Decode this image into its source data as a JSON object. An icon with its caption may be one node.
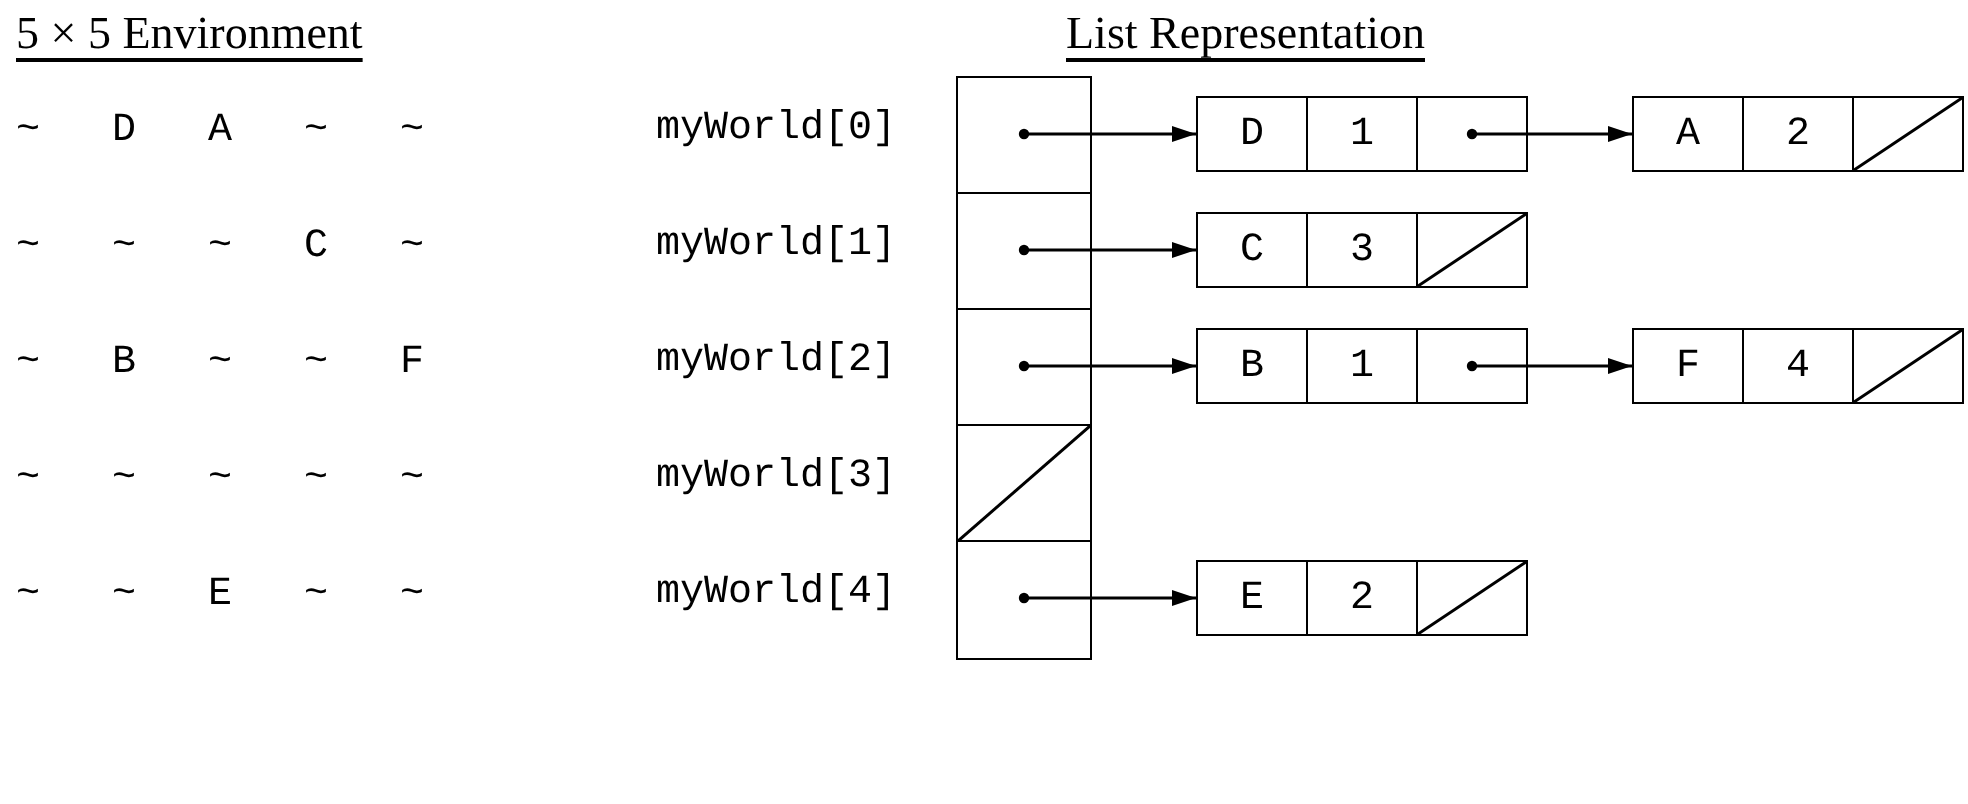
{
  "diagram": {
    "nodes": [
      {
        "text": [],
        "shape": "box",
        "beside": [
          "myWorld[0]"
        ]
      },
      {
        "text": [],
        "shape": "box",
        "beside": [
          "myWorld[1]"
        ]
      },
      {
        "text": [],
        "shape": "box",
        "beside": [
          "myWorld[2]"
        ]
      },
      {
        "text": [],
        "shape": "box",
        "beside": [
          "myWorld[3]"
        ]
      },
      {
        "text": [],
        "shape": "box",
        "beside": [
          "myWorld[4]"
        ]
      },
      {
        "text": [
          "D",
          "1"
        ]
      },
      {
        "text": [
          "A",
          "2"
        ]
      },
      {
        "text": [
          "C",
          "3"
        ]
      },
      {
        "text": [
          "B",
          "1"
        ]
      },
      {
        "text": [
          "F",
          "4"
        ]
      },
      {
        "text": [
          "E",
          "2"
        ]
      }
    ],
    "edges": [
      {
        "from": 0,
        "to": 5,
        "arrow": "to"
      },
      {
        "from": 5,
        "to": 6,
        "arrow": "to"
      },
      {
        "from": 1,
        "to": 7,
        "arrow": "to"
      },
      {
        "from": 2,
        "to": 8,
        "arrow": "to"
      },
      {
        "from": 8,
        "to": 9,
        "arrow": "to"
      },
      {
        "from": 4,
        "to": 10,
        "arrow": "to"
      }
    ],
    "labels": [
      "5 × 5 Environment",
      "List Representation",
      "~",
      "D",
      "A",
      "~",
      "~",
      "~",
      "~",
      "~",
      "C",
      "~",
      "~",
      "B",
      "~",
      "~",
      "F",
      "~",
      "~",
      "~",
      "~",
      "~",
      "~",
      "~",
      "E",
      "~",
      "~"
    ]
  }
}
